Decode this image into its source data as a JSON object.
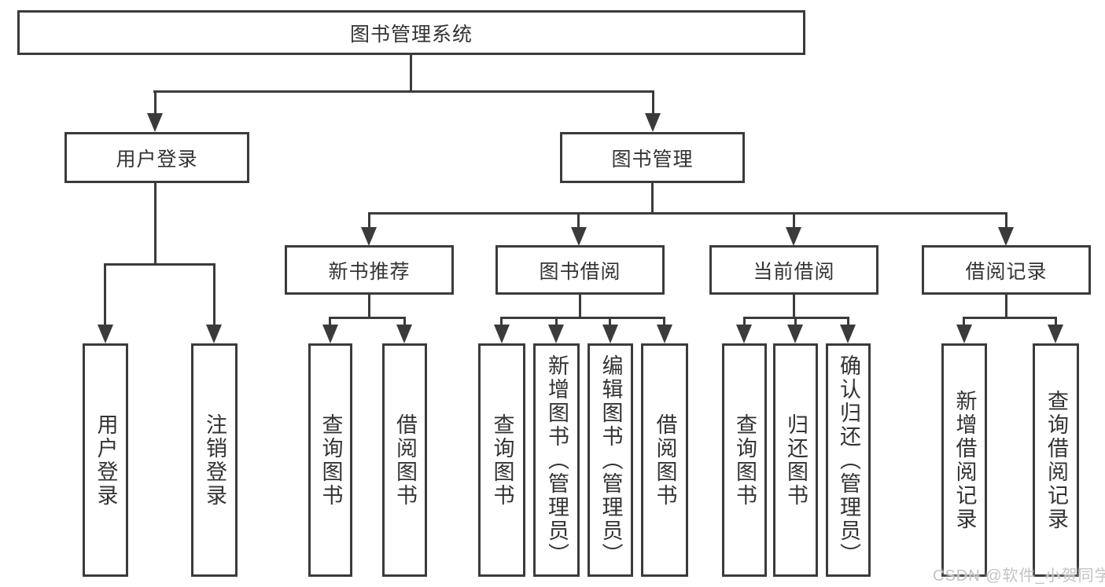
{
  "diagram": {
    "root": {
      "label": "图书管理系统"
    },
    "user_login": {
      "label": "用户登录",
      "children": [
        {
          "label": "用户登录"
        },
        {
          "label": "注销登录"
        }
      ]
    },
    "book_mgmt": {
      "label": "图书管理",
      "sections": [
        {
          "label": "新书推荐",
          "children": [
            {
              "label": "查询图书"
            },
            {
              "label": "借阅图书"
            }
          ]
        },
        {
          "label": "图书借阅",
          "children": [
            {
              "label": "查询图书"
            },
            {
              "label": "新增图书（管理员）"
            },
            {
              "label": "编辑图书（管理员）"
            },
            {
              "label": "借阅图书"
            }
          ]
        },
        {
          "label": "当前借阅",
          "children": [
            {
              "label": "查询图书"
            },
            {
              "label": "归还图书"
            },
            {
              "label": "确认归还（管理员）"
            }
          ]
        },
        {
          "label": "借阅记录",
          "children": [
            {
              "label": "新增借阅记录"
            },
            {
              "label": "查询借阅记录"
            }
          ]
        }
      ]
    }
  },
  "watermark": {
    "text": "CSDN @软件_小贺同学"
  },
  "colors": {
    "line": "#3b3b3b",
    "text": "#333333",
    "box_bg": "#ffffff",
    "watermark": "#c3c3c3"
  }
}
